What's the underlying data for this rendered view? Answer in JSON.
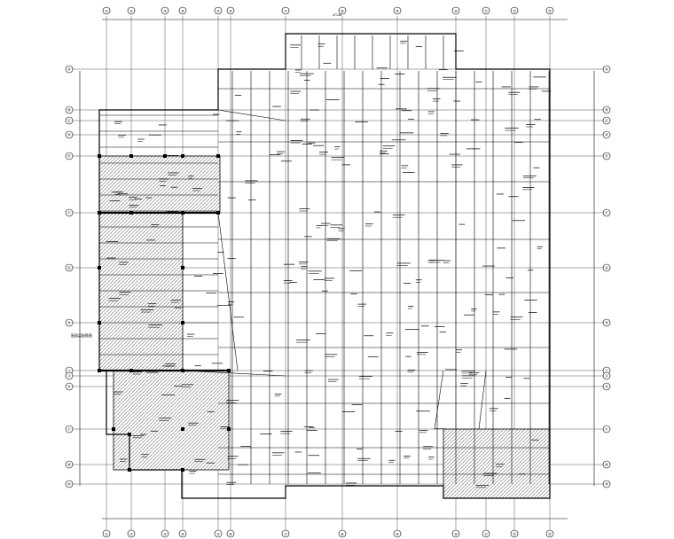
{
  "drawing": {
    "colors": {
      "ink": "#000000",
      "grid": "#555555",
      "hatch": "#8a8a8a",
      "paper": "#ffffff"
    },
    "grid_axes": {
      "columns": [
        "①",
        "②",
        "③",
        "④",
        "⑤",
        "⑥",
        "⑦",
        "⑧",
        "⑨",
        "⑩",
        "⑪",
        "⑫",
        "⑬"
      ],
      "rows": [
        "Ⓐ",
        "Ⓑ",
        "Ⓒ",
        "Ⓓ",
        "Ⓔ",
        "Ⓕ",
        "Ⓖ",
        "Ⓗ",
        "Ⓘ",
        "Ⓙ",
        "Ⓚ",
        "Ⓛ",
        "Ⓜ",
        "Ⓝ"
      ]
    },
    "overall_dimension": "47140",
    "side_note": "屋面梁配筋图"
  }
}
